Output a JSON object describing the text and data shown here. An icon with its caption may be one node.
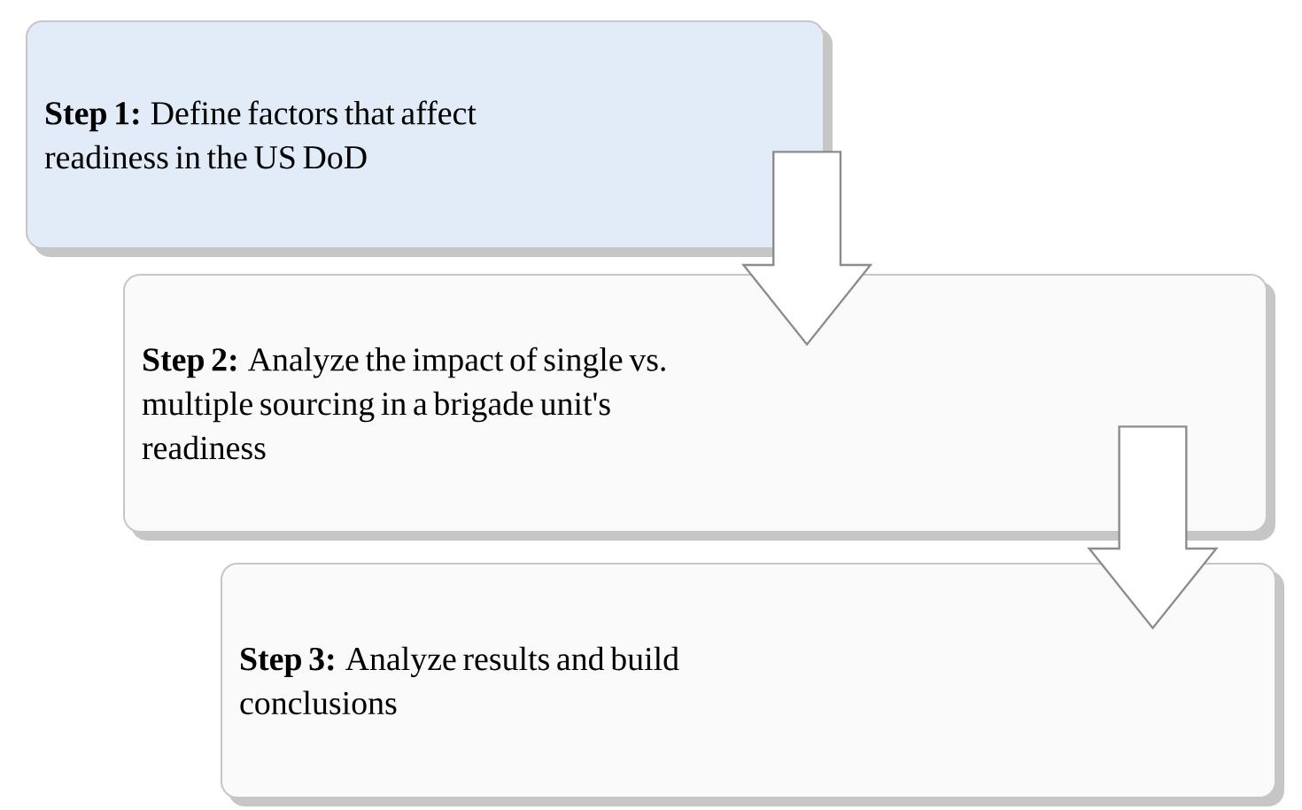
{
  "diagram": {
    "nodes": [
      {
        "text": [
          "**Step 1:** Define factors that affect readiness in the US DoD"
        ]
      },
      {
        "text": [
          "**Step 2:** Analyze the impact of single vs. multiple sourcing in a brigade unit's readiness"
        ]
      },
      {
        "text": [
          "**Step 3:** Analyze results and  build conclusions"
        ]
      }
    ],
    "edges": [
      {
        "from": 0,
        "to": 1,
        "arrow": "to"
      },
      {
        "from": 1,
        "to": 2,
        "arrow": "to"
      }
    ]
  }
}
